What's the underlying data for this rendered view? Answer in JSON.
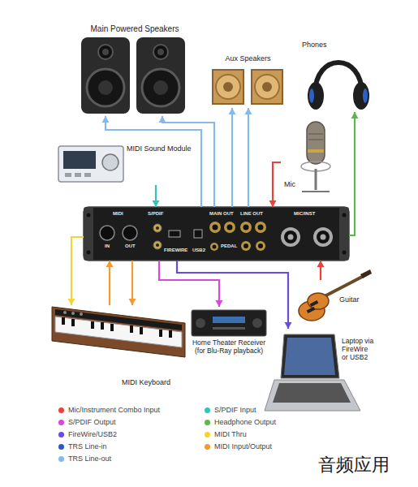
{
  "diagram": {
    "nodes": [
      {
        "text": [
          "Main Powered Speakers"
        ]
      },
      {
        "text": [
          "Aux Speakers"
        ]
      },
      {
        "text": [
          "Phones"
        ]
      },
      {
        "text": [
          "MIDI Sound Module"
        ]
      },
      {
        "text": [
          "Mic"
        ]
      },
      {
        "text": [
          "MIDI",
          "IN",
          "OUT",
          "S/PDIF",
          "FIREWIRE",
          "USB2",
          "MAIN OUT",
          "PEDAL",
          "LINE OUT",
          "MIC/INST"
        ]
      },
      {
        "text": [
          "Guitar"
        ]
      },
      {
        "text": [
          "Home Theater Receiver (for Blu-Ray playback)"
        ]
      },
      {
        "text": [
          "Laptop via FireWire or USB2"
        ]
      },
      {
        "text": [
          "MIDI Keyboard"
        ]
      }
    ],
    "edges": [
      {
        "from": 5,
        "to": 0,
        "arrow": "to"
      },
      {
        "from": 5,
        "to": 0,
        "arrow": "to"
      },
      {
        "from": 5,
        "to": 1,
        "arrow": "to"
      },
      {
        "from": 5,
        "to": 1,
        "arrow": "to"
      },
      {
        "from": 5,
        "to": 2,
        "arrow": "to"
      },
      {
        "from": 3,
        "to": 5,
        "arrow": "to"
      },
      {
        "from": 4,
        "to": 5,
        "arrow": "to"
      },
      {
        "from": 6,
        "to": 5,
        "arrow": "to"
      },
      {
        "from": 5,
        "to": 9,
        "arrow": "to"
      },
      {
        "from": 9,
        "to": 5,
        "arrow": "to"
      },
      {
        "from": 5,
        "to": 9,
        "arrow": "to"
      },
      {
        "from": 5,
        "to": 7,
        "arrow": "to"
      },
      {
        "from": 5,
        "to": 8,
        "arrow": "to"
      }
    ],
    "labels": [
      "音频应用"
    ],
    "legend": [
      {
        "text": "Mic/Instrument Combo Input",
        "color": "#e8433a"
      },
      {
        "text": "S/PDIF Output",
        "color": "#d54ad8"
      },
      {
        "text": "FireWire/USB2",
        "color": "#6a4be0"
      },
      {
        "text": "TRS Line-in",
        "color": "#2f55c9"
      },
      {
        "text": "TRS Line-out",
        "color": "#86b9e8"
      },
      {
        "text": "S/PDIF Input",
        "color": "#34c3b6"
      },
      {
        "text": "Headphone Output",
        "color": "#5bb84c"
      },
      {
        "text": "MIDI Thru",
        "color": "#f2d43a"
      },
      {
        "text": "MIDI Input/Output",
        "color": "#f39a33"
      }
    ]
  }
}
